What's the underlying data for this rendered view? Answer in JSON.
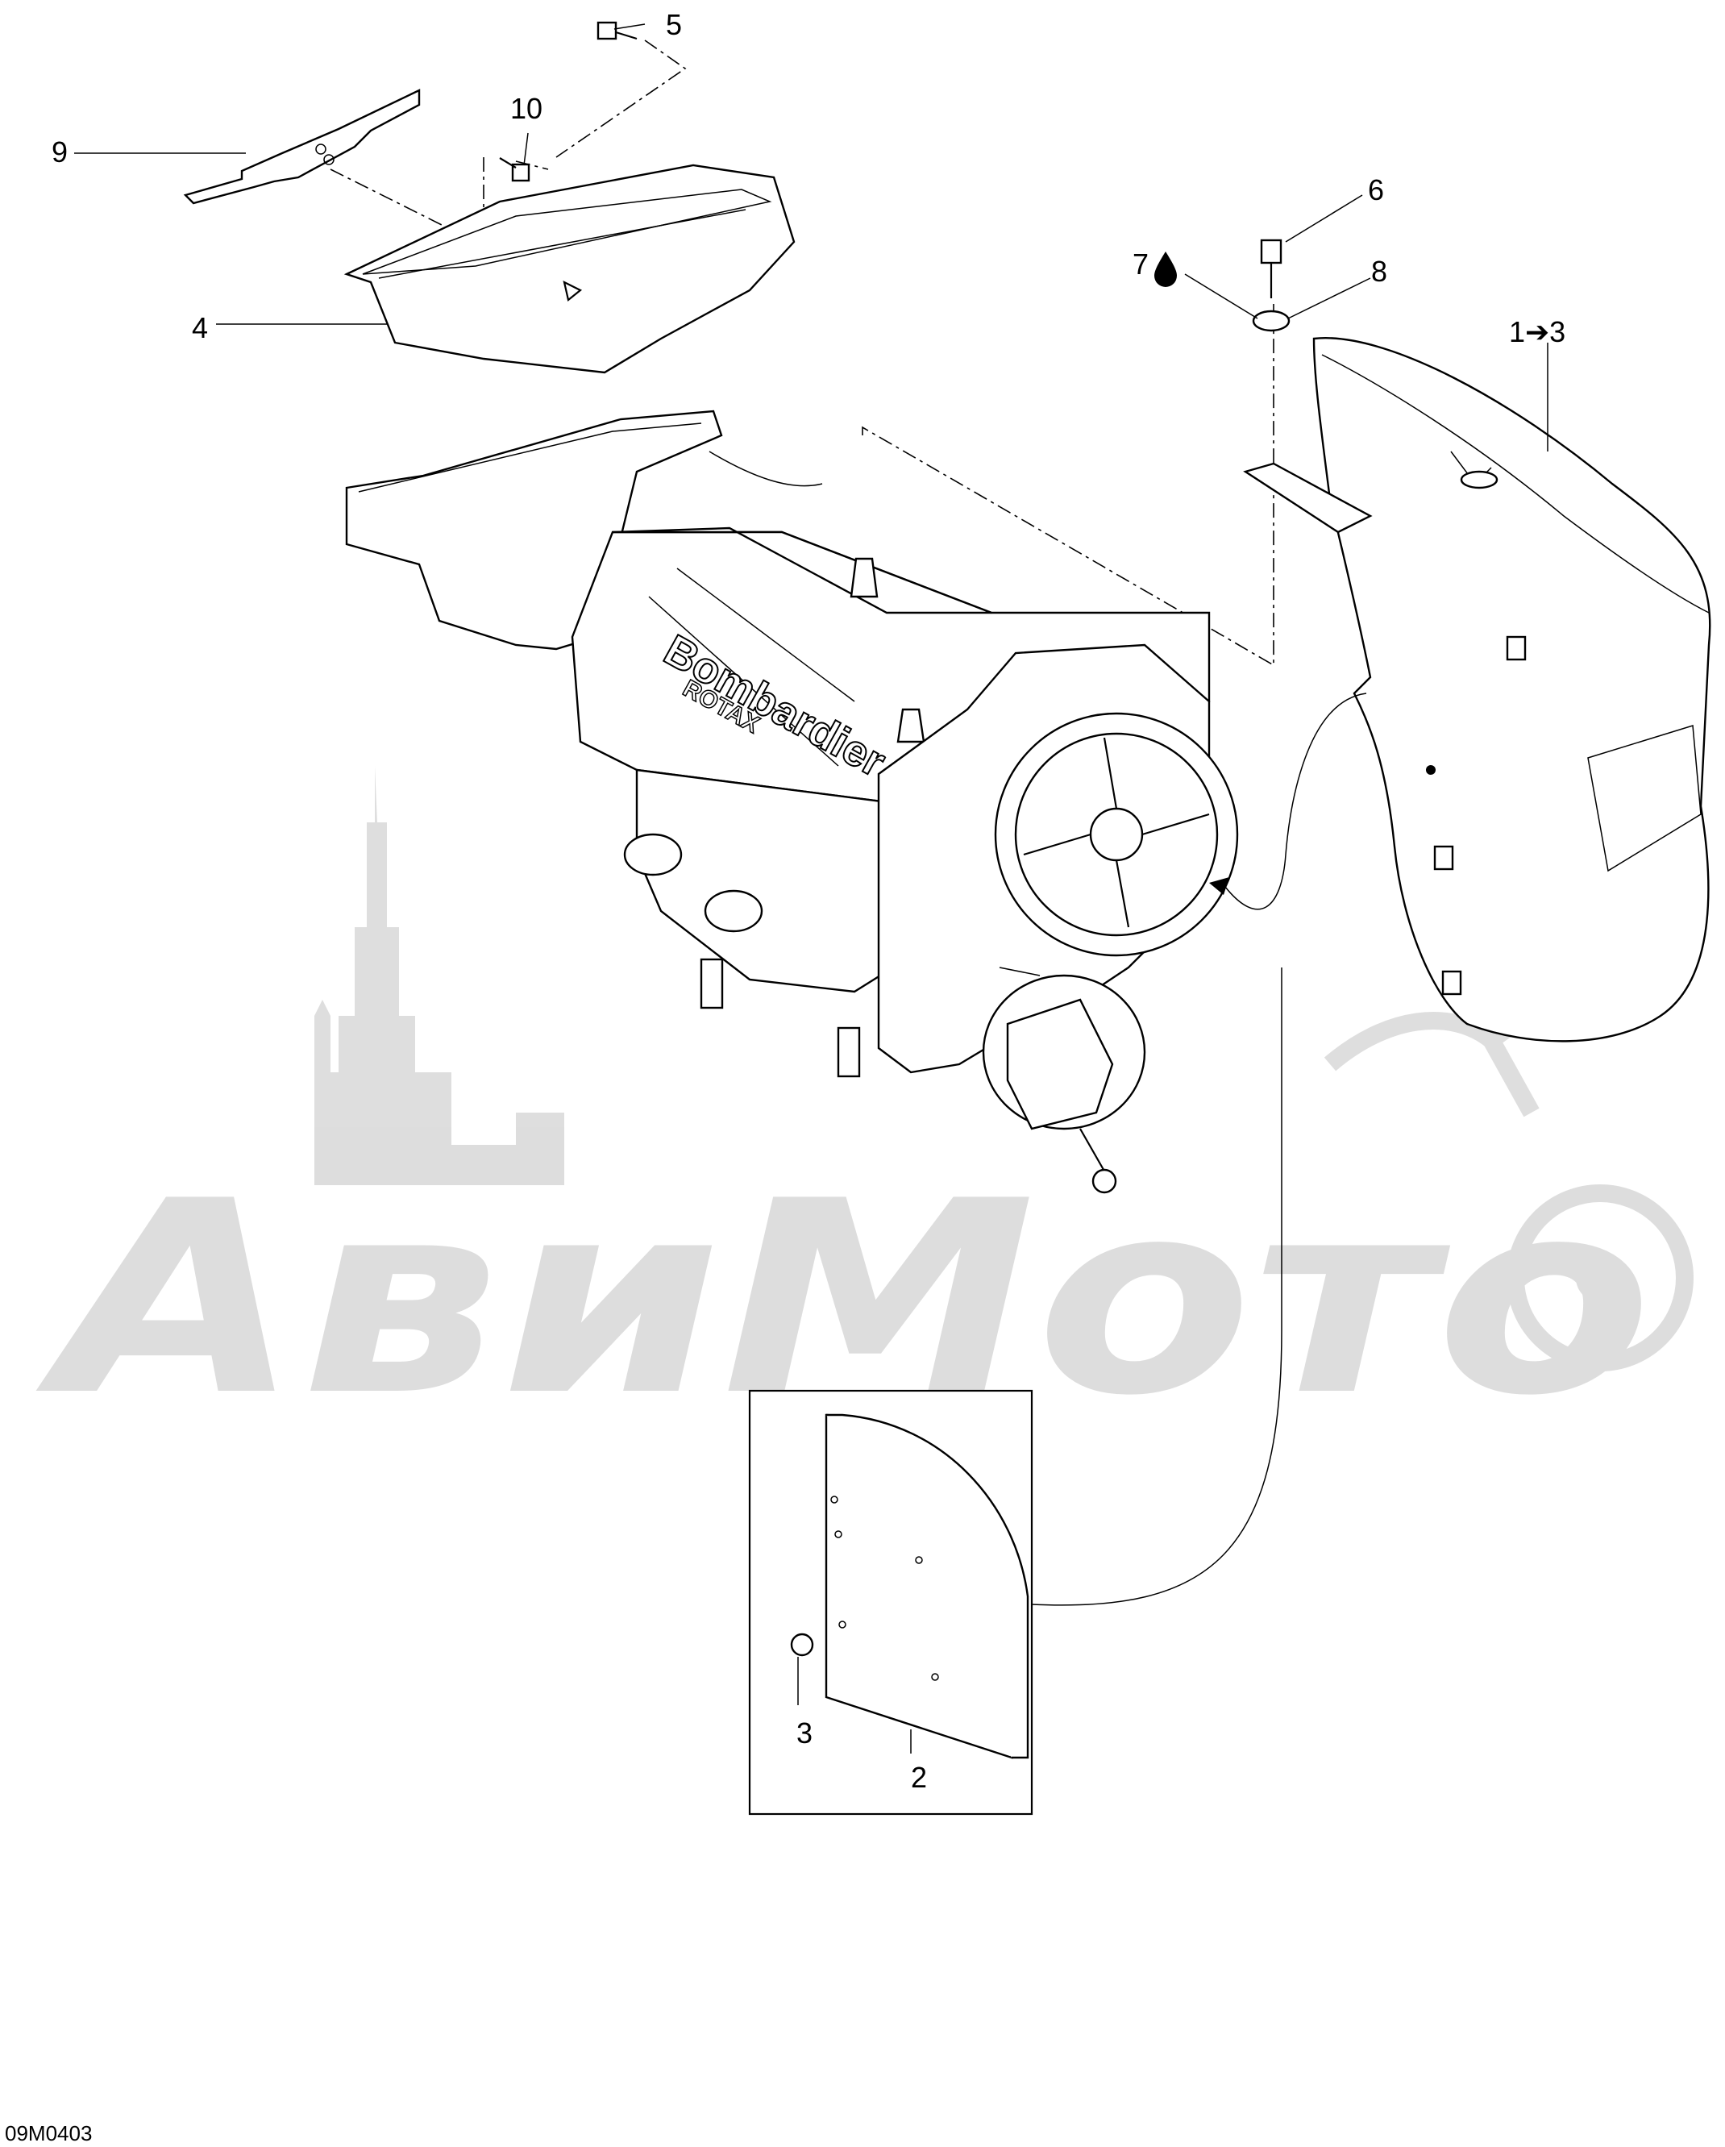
{
  "diagram": {
    "drawing_code": "09M0403",
    "watermark": "АвиМото",
    "engine_brand_text": "Bombardier",
    "engine_model_text": "ROTAX",
    "callouts": [
      {
        "id": "5",
        "text": "5"
      },
      {
        "id": "10",
        "text": "10"
      },
      {
        "id": "9",
        "text": "9"
      },
      {
        "id": "4",
        "text": "4"
      },
      {
        "id": "6",
        "text": "6"
      },
      {
        "id": "7",
        "text": "7"
      },
      {
        "id": "8",
        "text": "8"
      },
      {
        "id": "1-3",
        "text": "1➔3"
      },
      {
        "id": "3",
        "text": "3"
      },
      {
        "id": "2",
        "text": "2"
      }
    ]
  }
}
